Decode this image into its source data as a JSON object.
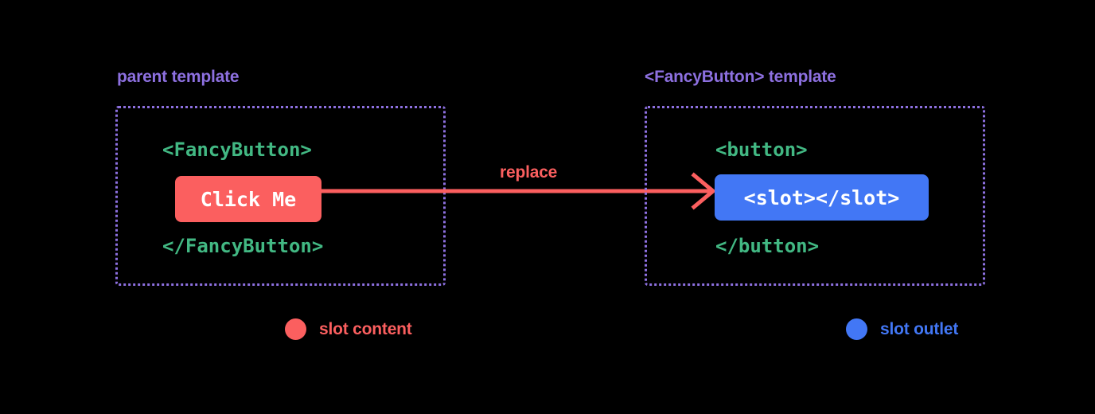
{
  "diagram": {
    "title_concept": "Vue slot content and slot outlet replacement",
    "background_color": "#000000",
    "colors": {
      "purple": "#8d70e0",
      "green": "#42b883",
      "red": "#fb5f5f",
      "blue": "#4277f5",
      "white": "#ffffff"
    }
  },
  "panels": {
    "left": {
      "heading": "parent template",
      "open_tag": "<FancyButton>",
      "chip_text": "Click Me",
      "chip_color": "#fb5f5f",
      "close_tag": "</FancyButton>"
    },
    "right": {
      "heading": "<FancyButton> template",
      "open_tag": "<button>",
      "chip_text": "<slot></slot>",
      "chip_color": "#4277f5",
      "close_tag": "</button>"
    }
  },
  "arrow": {
    "label": "replace",
    "color": "#fb5f5f",
    "direction": "left-to-right"
  },
  "legend": [
    {
      "label": "slot content",
      "color": "#fb5f5f",
      "dot": "filled-circle"
    },
    {
      "label": "slot outlet",
      "color": "#4277f5",
      "dot": "filled-circle"
    }
  ]
}
